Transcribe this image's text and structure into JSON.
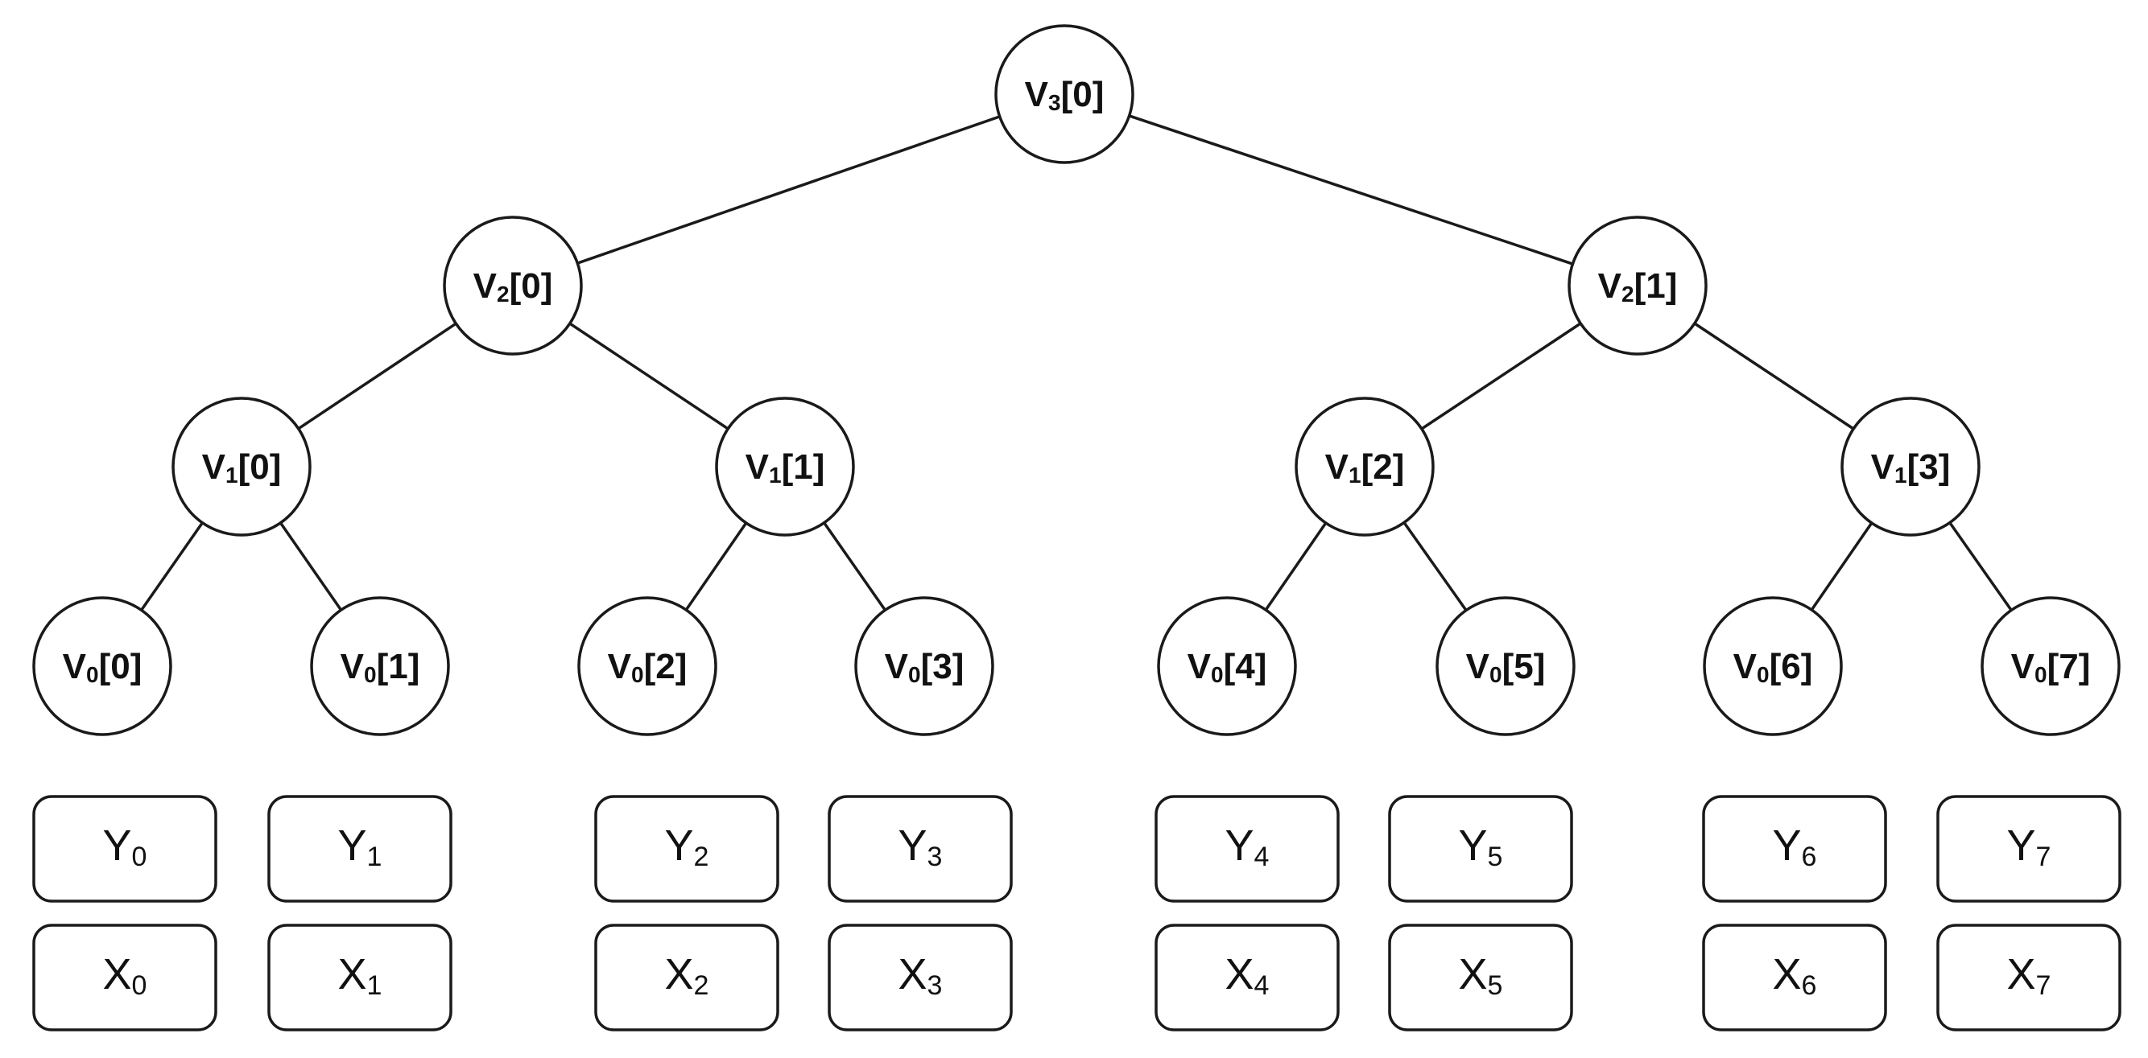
{
  "tree": {
    "nodes": [
      {
        "id": "v3_0",
        "base": "V",
        "sub": "3",
        "idx": "[0]"
      },
      {
        "id": "v2_0",
        "base": "V",
        "sub": "2",
        "idx": "[0]"
      },
      {
        "id": "v2_1",
        "base": "V",
        "sub": "2",
        "idx": "[1]"
      },
      {
        "id": "v1_0",
        "base": "V",
        "sub": "1",
        "idx": "[0]"
      },
      {
        "id": "v1_1",
        "base": "V",
        "sub": "1",
        "idx": "[1]"
      },
      {
        "id": "v1_2",
        "base": "V",
        "sub": "1",
        "idx": "[2]"
      },
      {
        "id": "v1_3",
        "base": "V",
        "sub": "1",
        "idx": "[3]"
      },
      {
        "id": "v0_0",
        "base": "V",
        "sub": "0",
        "idx": "[0]"
      },
      {
        "id": "v0_1",
        "base": "V",
        "sub": "0",
        "idx": "[1]"
      },
      {
        "id": "v0_2",
        "base": "V",
        "sub": "0",
        "idx": "[2]"
      },
      {
        "id": "v0_3",
        "base": "V",
        "sub": "0",
        "idx": "[3]"
      },
      {
        "id": "v0_4",
        "base": "V",
        "sub": "0",
        "idx": "[4]"
      },
      {
        "id": "v0_5",
        "base": "V",
        "sub": "0",
        "idx": "[5]"
      },
      {
        "id": "v0_6",
        "base": "V",
        "sub": "0",
        "idx": "[6]"
      },
      {
        "id": "v0_7",
        "base": "V",
        "sub": "0",
        "idx": "[7]"
      }
    ],
    "edges": [
      [
        "v3_0",
        "v2_0"
      ],
      [
        "v3_0",
        "v2_1"
      ],
      [
        "v2_0",
        "v1_0"
      ],
      [
        "v2_0",
        "v1_1"
      ],
      [
        "v2_1",
        "v1_2"
      ],
      [
        "v2_1",
        "v1_3"
      ],
      [
        "v1_0",
        "v0_0"
      ],
      [
        "v1_0",
        "v0_1"
      ],
      [
        "v1_1",
        "v0_2"
      ],
      [
        "v1_1",
        "v0_3"
      ],
      [
        "v1_2",
        "v0_4"
      ],
      [
        "v1_2",
        "v0_5"
      ],
      [
        "v1_3",
        "v0_6"
      ],
      [
        "v1_3",
        "v0_7"
      ]
    ]
  },
  "y_row": [
    {
      "base": "Y",
      "sub": "0"
    },
    {
      "base": "Y",
      "sub": "1"
    },
    {
      "base": "Y",
      "sub": "2"
    },
    {
      "base": "Y",
      "sub": "3"
    },
    {
      "base": "Y",
      "sub": "4"
    },
    {
      "base": "Y",
      "sub": "5"
    },
    {
      "base": "Y",
      "sub": "6"
    },
    {
      "base": "Y",
      "sub": "7"
    }
  ],
  "x_row": [
    {
      "base": "X",
      "sub": "0"
    },
    {
      "base": "X",
      "sub": "1"
    },
    {
      "base": "X",
      "sub": "2"
    },
    {
      "base": "X",
      "sub": "3"
    },
    {
      "base": "X",
      "sub": "4"
    },
    {
      "base": "X",
      "sub": "5"
    },
    {
      "base": "X",
      "sub": "6"
    },
    {
      "base": "X",
      "sub": "7"
    }
  ]
}
